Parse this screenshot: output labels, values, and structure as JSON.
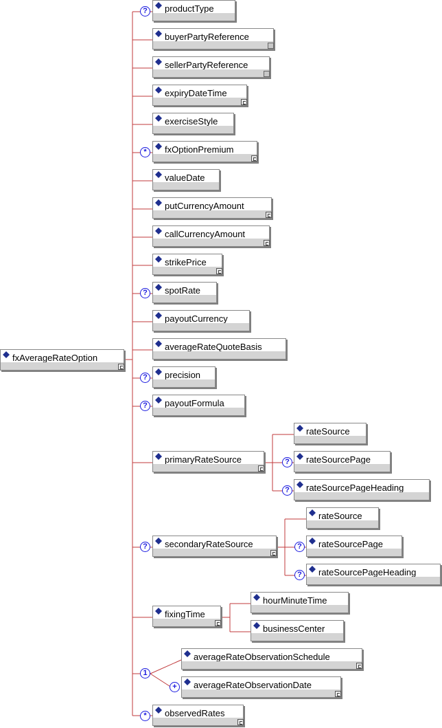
{
  "root": {
    "label": "fxAverageRateOption"
  },
  "elements": [
    {
      "label": "productType",
      "cardinality": "?"
    },
    {
      "label": "buyerPartyReference",
      "cardinality": ""
    },
    {
      "label": "sellerPartyReference",
      "cardinality": ""
    },
    {
      "label": "expiryDateTime",
      "cardinality": ""
    },
    {
      "label": "exerciseStyle",
      "cardinality": ""
    },
    {
      "label": "fxOptionPremium",
      "cardinality": "*"
    },
    {
      "label": "valueDate",
      "cardinality": ""
    },
    {
      "label": "putCurrencyAmount",
      "cardinality": ""
    },
    {
      "label": "callCurrencyAmount",
      "cardinality": ""
    },
    {
      "label": "strikePrice",
      "cardinality": ""
    },
    {
      "label": "spotRate",
      "cardinality": "?"
    },
    {
      "label": "payoutCurrency",
      "cardinality": ""
    },
    {
      "label": "averageRateQuoteBasis",
      "cardinality": ""
    },
    {
      "label": "precision",
      "cardinality": "?"
    },
    {
      "label": "payoutFormula",
      "cardinality": "?"
    },
    {
      "label": "primaryRateSource",
      "cardinality": ""
    },
    {
      "label": "secondaryRateSource",
      "cardinality": "?"
    },
    {
      "label": "fixingTime",
      "cardinality": ""
    },
    {
      "label": "observedRates",
      "cardinality": "*"
    }
  ],
  "primary_children": [
    {
      "label": "rateSource",
      "cardinality": ""
    },
    {
      "label": "rateSourcePage",
      "cardinality": "?"
    },
    {
      "label": "rateSourcePageHeading",
      "cardinality": "?"
    }
  ],
  "secondary_children": [
    {
      "label": "rateSource",
      "cardinality": ""
    },
    {
      "label": "rateSourcePage",
      "cardinality": "?"
    },
    {
      "label": "rateSourcePageHeading",
      "cardinality": "?"
    }
  ],
  "fixing_children": [
    {
      "label": "hourMinuteTime",
      "cardinality": ""
    },
    {
      "label": "businessCenter",
      "cardinality": ""
    }
  ],
  "choice": {
    "cardinality": "1",
    "options": [
      {
        "label": "averageRateObservationSchedule",
        "cardinality": ""
      },
      {
        "label": "averageRateObservationDate",
        "cardinality": "+"
      }
    ]
  },
  "colors": {
    "connector": "#c0393b",
    "badge": "#1a1adf",
    "diamond": "#1f2f8f"
  }
}
